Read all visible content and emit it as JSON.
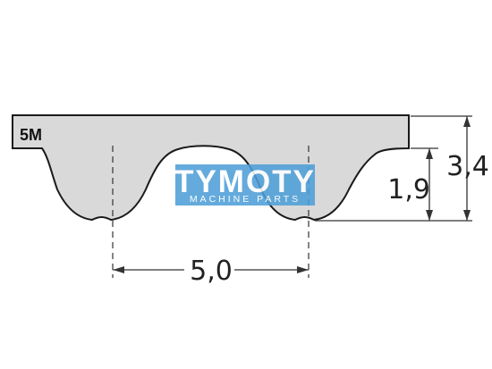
{
  "profile_label": "5M",
  "dimensions": {
    "pitch": "5,0",
    "tooth_height": "1,9",
    "belt_height": "3,4"
  },
  "watermark": {
    "name": "TYMOTY",
    "tagline": "MACHINE PARTS"
  },
  "colors": {
    "belt_fill": "#d9d9d9",
    "outline": "#1a1a1a",
    "watermark_bg": "#4f9fd8"
  }
}
